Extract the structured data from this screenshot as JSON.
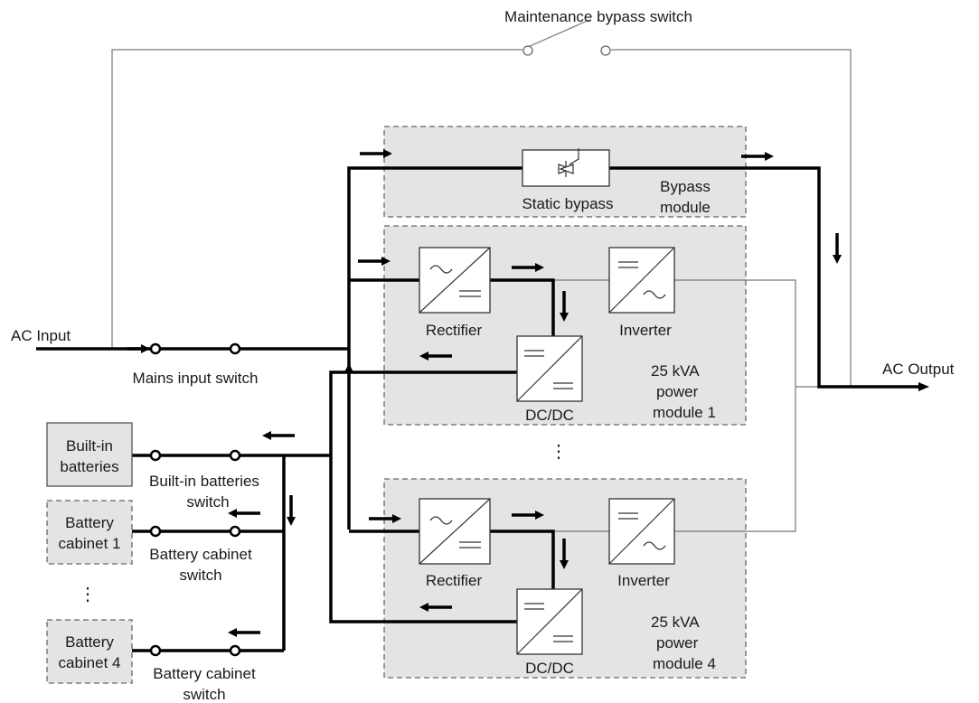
{
  "labels": {
    "maintenance_bypass": "Maintenance bypass switch",
    "static_bypass": "Static bypass",
    "bypass_module_1": "Bypass",
    "bypass_module_2": "module",
    "ac_input": "AC Input",
    "ac_output": "AC Output",
    "mains_input_switch": "Mains input switch",
    "rectifier": "Rectifier",
    "inverter": "Inverter",
    "dcdc": "DC/DC",
    "power_module_1": [
      "25 kVA",
      "power",
      "module 1"
    ],
    "power_module_4": [
      "25 kVA",
      "power",
      "module 4"
    ],
    "builtin_batteries": [
      "Built-in",
      "batteries"
    ],
    "builtin_batteries_switch": [
      "Built-in batteries",
      "switch"
    ],
    "battery_cabinet_1": [
      "Battery",
      "cabinet 1"
    ],
    "battery_cabinet_4": [
      "Battery",
      "cabinet 4"
    ],
    "battery_cabinet_switch_1": [
      "Battery cabinet",
      "switch"
    ],
    "battery_cabinet_switch_4": [
      "Battery cabinet",
      "switch"
    ],
    "ellipsis": "⋮"
  },
  "colors": {
    "module_fill": "#e4e4e4",
    "line_thick": "#000000",
    "line_thin": "#777777"
  }
}
